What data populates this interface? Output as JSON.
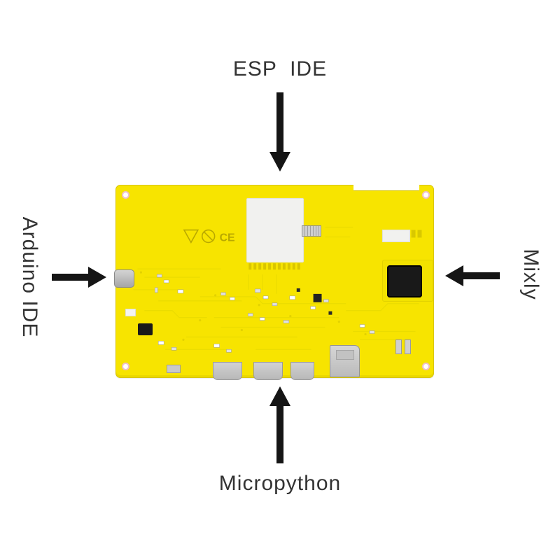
{
  "annotations": {
    "top": {
      "label": "ESP  IDE",
      "arrow_direction": "down"
    },
    "left": {
      "label": "Arduino IDE",
      "arrow_direction": "right"
    },
    "right": {
      "label": "Mixly",
      "arrow_direction": "left"
    },
    "bottom": {
      "label": "Micropython",
      "arrow_direction": "up"
    }
  },
  "board": {
    "marks": {
      "ce": "CE"
    },
    "colors": {
      "pcb_yellow": "#F7E400",
      "pcb_edge": "#D8C500",
      "copper_trace": "#EADB00",
      "silkscreen": "#B9A900",
      "antenna": "#8F8500",
      "chip_black": "#191919",
      "connector_metal": "#C9C9C9",
      "white_patch": "#F1F1EF",
      "mount_hole_ring": "#EDC0CA",
      "arrow_black": "#151515",
      "label_gray": "#333333",
      "background": "#FFFFFF"
    }
  }
}
